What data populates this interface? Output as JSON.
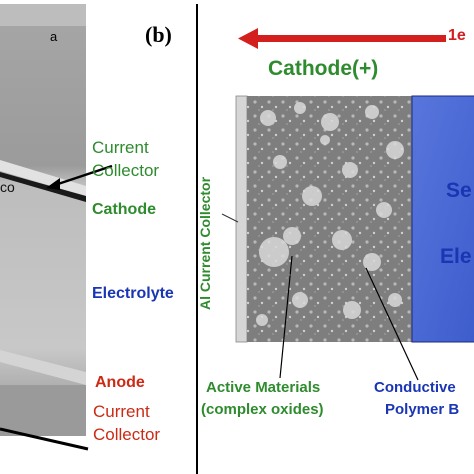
{
  "panel_a": {
    "corner_letter": "a",
    "micro_label": "co",
    "labels": {
      "current_collector_top": [
        "Current",
        "Collector"
      ],
      "cathode": "Cathode",
      "electrolyte": "Electrolyte",
      "anode": "Anode",
      "current_collector_bottom": [
        "Current",
        "Collector"
      ]
    }
  },
  "panel_b": {
    "panel_letter": "(b)",
    "arrow_text": "1e",
    "cathode_title": "Cathode(+)",
    "al_collector": "Al Current Collector",
    "active_materials": [
      "Active Materials",
      "(complex oxides)"
    ],
    "conductive": [
      "Conductive",
      "Polymer B"
    ],
    "electrolyte_fragments": [
      "Se",
      "Ele"
    ]
  },
  "colors": {
    "accent_green": "#2e8b2e",
    "electrolyte_blue": "#1a36b4",
    "anode_red": "#cc2a14",
    "arrow_red": "#d41f1f",
    "electrolyte_panel": "#4a68d4",
    "top_strip": "#ffffff"
  }
}
